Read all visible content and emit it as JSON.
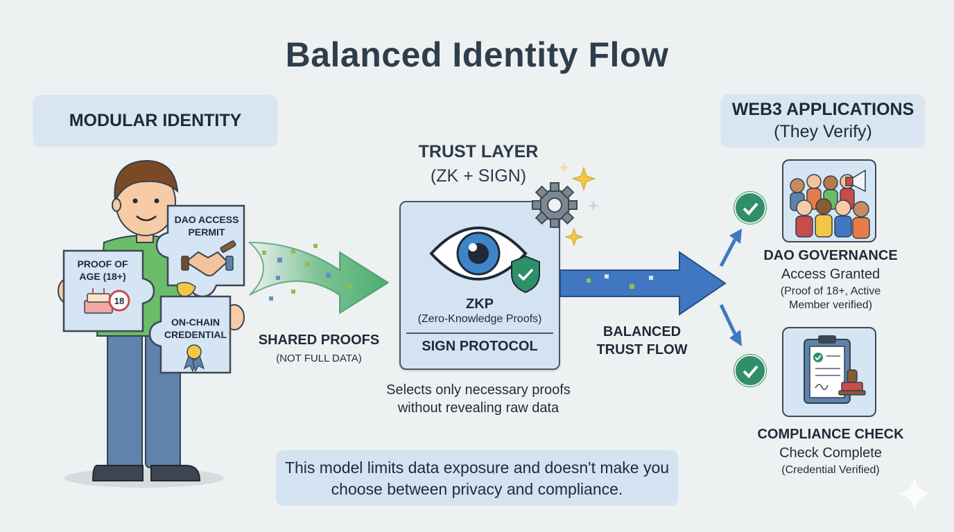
{
  "title": "Balanced Identity Flow",
  "left_section": {
    "label": "MODULAR IDENTITY",
    "pieces": {
      "age": [
        "PROOF OF",
        "AGE (18+)"
      ],
      "age_badge": "18",
      "dao": [
        "DAO ACCESS",
        "PERMIT"
      ],
      "credential": [
        "ON-CHAIN",
        "CREDENTIAL"
      ]
    }
  },
  "shared_proofs": {
    "label": "SHARED PROOFS",
    "sublabel": "(NOT FULL DATA)"
  },
  "trust_layer": {
    "label": "TRUST LAYER",
    "sublabel": "(ZK + SIGN)",
    "zkp_title": "ZKP",
    "zkp_subtitle": "(Zero-Knowledge Proofs)",
    "sign_label": "SIGN PROTOCOL",
    "note": "Selects only necessary proofs without revealing raw data"
  },
  "balanced_trust_flow": "BALANCED TRUST FLOW",
  "right_section": {
    "label": "WEB3 APPLICATIONS",
    "sublabel": "(They Verify)",
    "apps": [
      {
        "name": "DAO GOVERNANCE",
        "status": "Access Granted",
        "detail": "(Proof of 18+, Active Member verified)"
      },
      {
        "name": "COMPLIANCE CHECK",
        "status": "Check Complete",
        "detail": "(Credential Verified)"
      }
    ]
  },
  "bottom_note": "This model limits data exposure and doesn't make you choose between privacy and compliance.",
  "colors": {
    "background": "#eef1f2",
    "panel": "#d3e3f1",
    "green_arrow": "#4caf6e",
    "blue_arrow": "#3f78c0",
    "check_green": "#2f8f68",
    "shirt_green": "#6bbd6a"
  }
}
